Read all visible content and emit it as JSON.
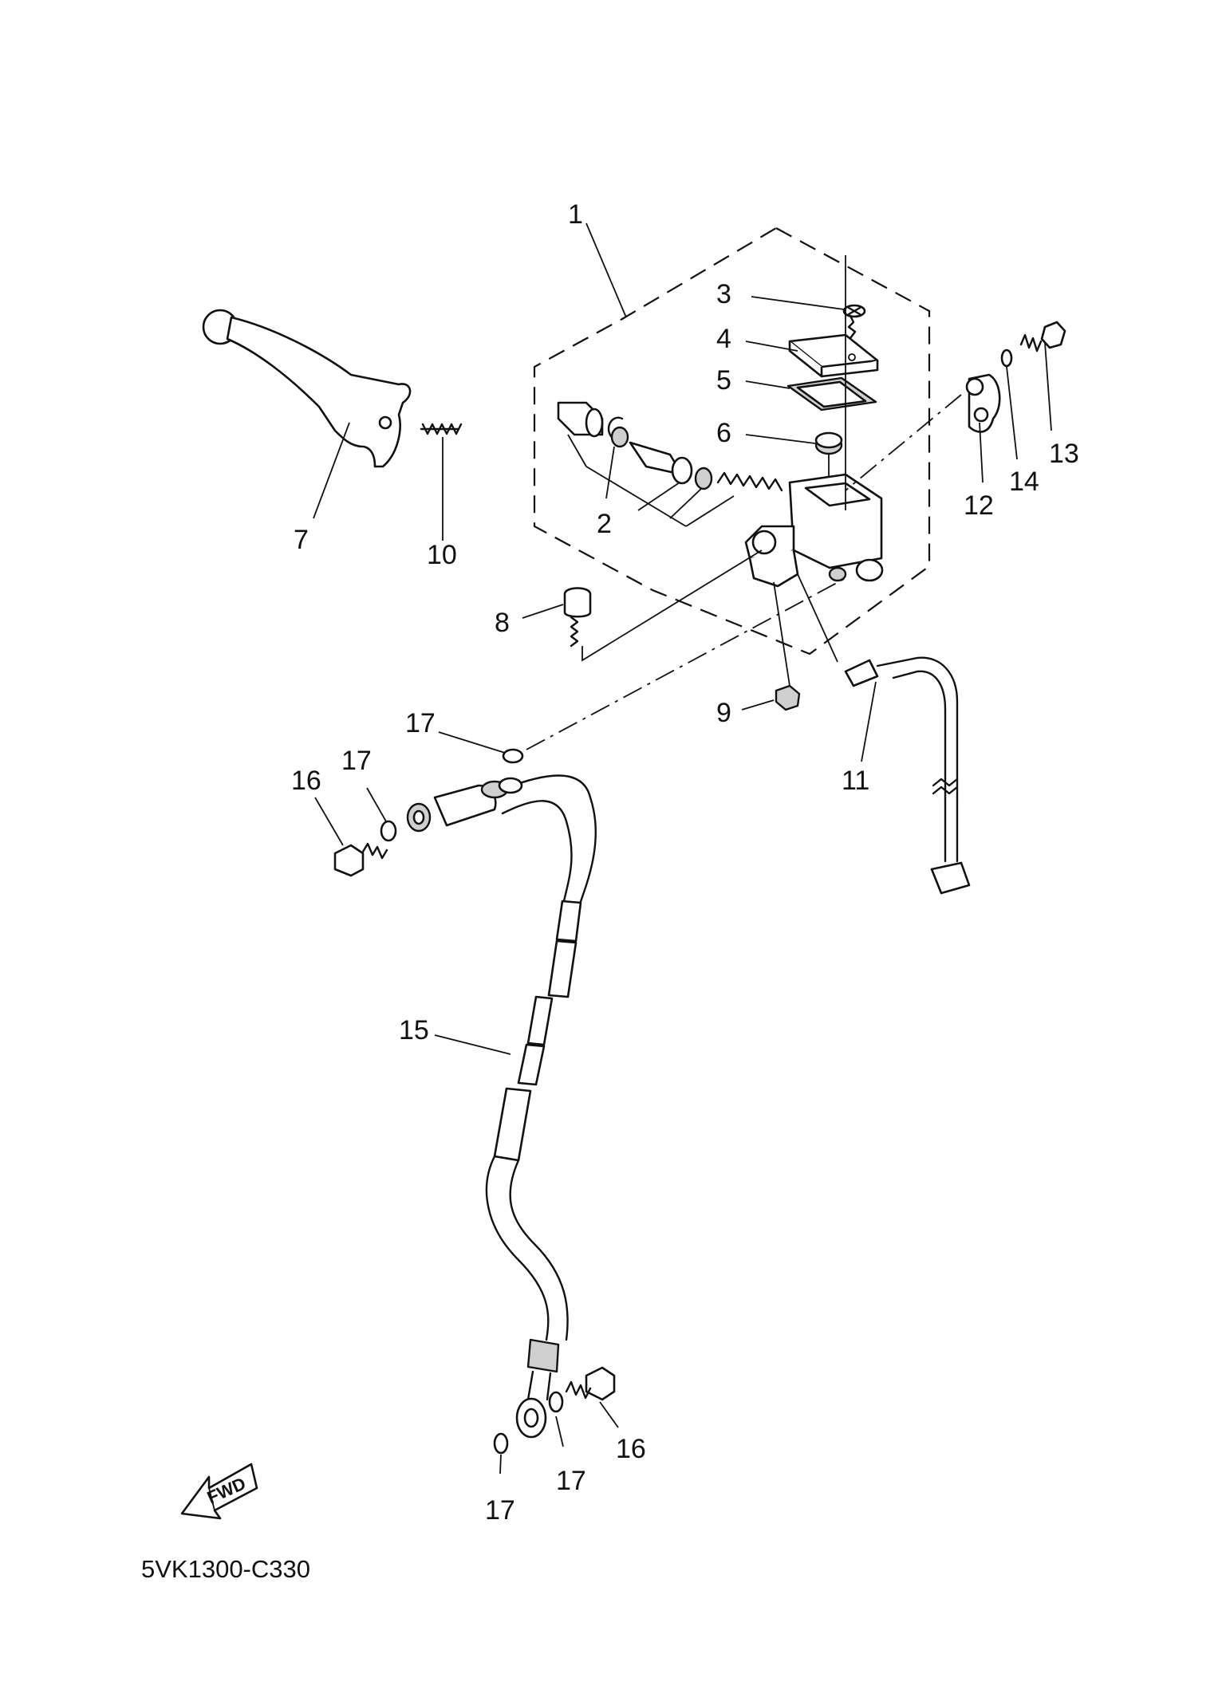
{
  "diagram": {
    "callouts": [
      "1",
      "2",
      "3",
      "4",
      "5",
      "6",
      "7",
      "8",
      "9",
      "10",
      "11",
      "12",
      "13",
      "14",
      "15",
      "16",
      "16",
      "17",
      "17",
      "17",
      "17"
    ],
    "fwd_label": "FWD",
    "code": "5VK1300-C330"
  }
}
